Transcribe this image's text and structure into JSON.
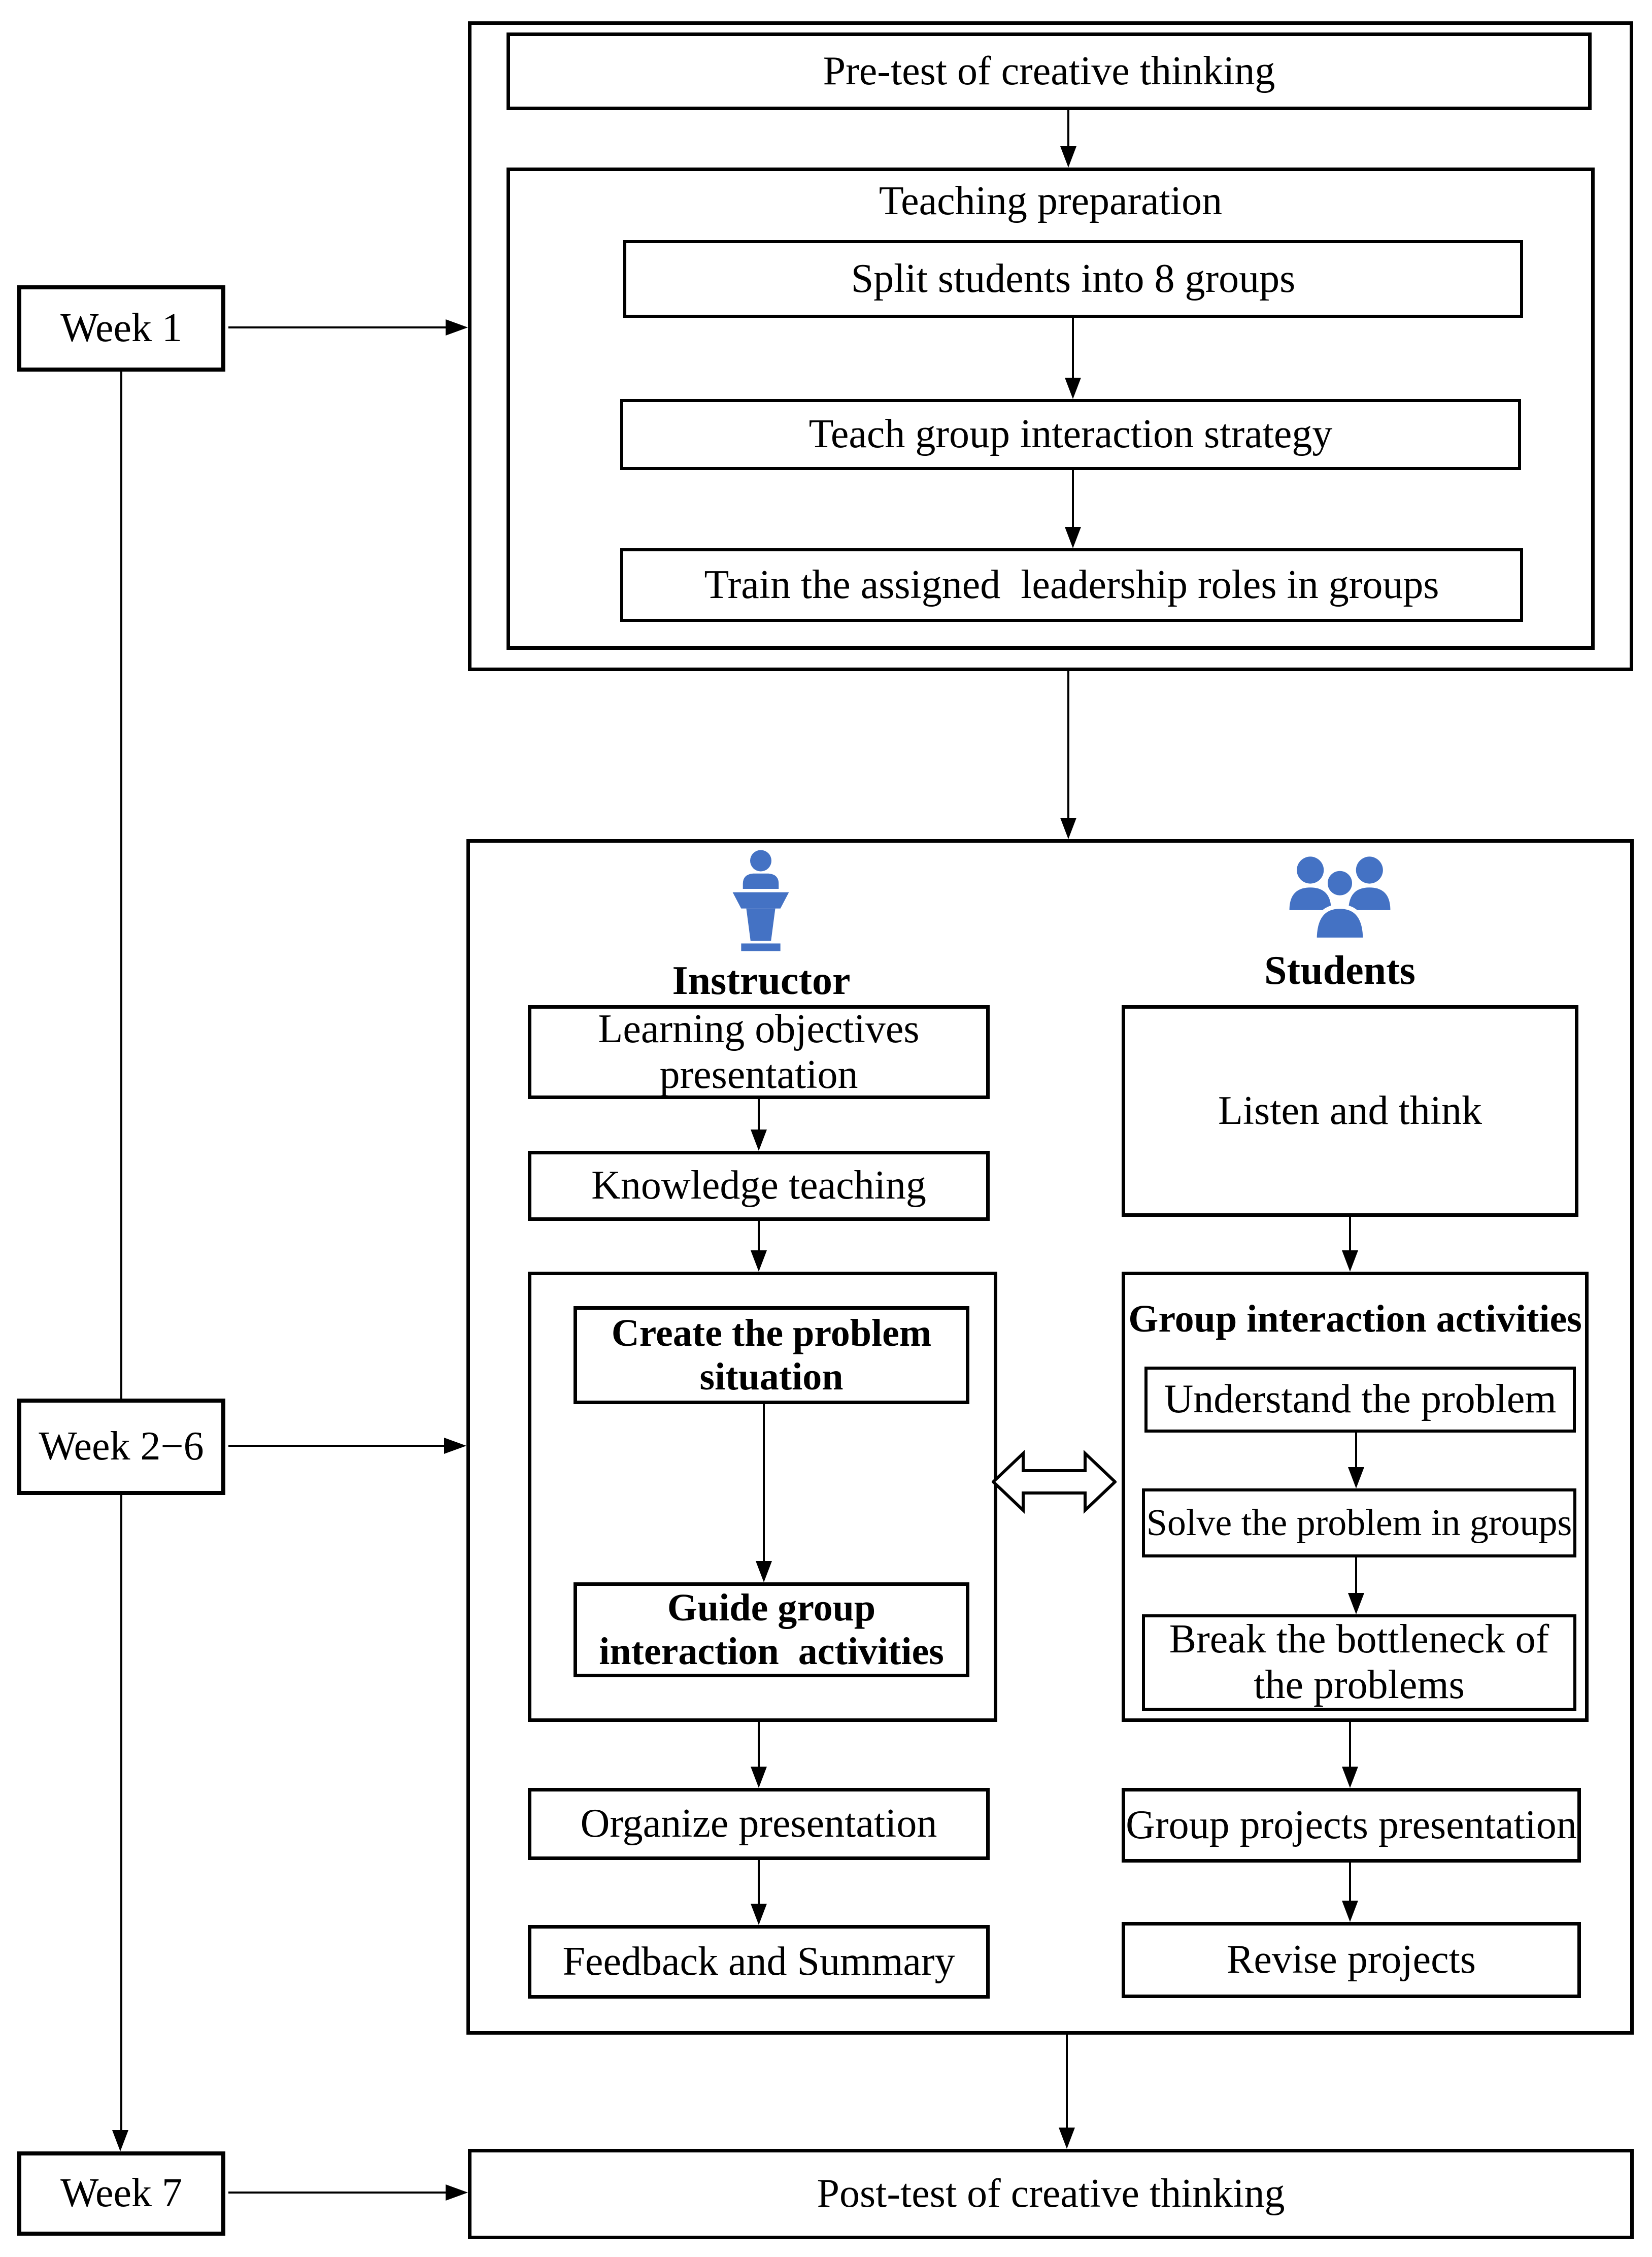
{
  "palette": {
    "icon_blue": "#4472C4",
    "line_black": "#000000",
    "background": "#ffffff"
  },
  "timeline": {
    "week1": {
      "label": "Week 1"
    },
    "week2_6": {
      "label": "Week 2−6"
    },
    "week7": {
      "label": "Week 7"
    }
  },
  "week1_phase": {
    "pretest": "Pre-test of creative thinking",
    "preparation_title": "Teaching preparation",
    "split_groups": "Split students into 8 groups",
    "teach_strategy": "Teach group interaction strategy",
    "train_roles": "Train the assigned  leadership roles in groups"
  },
  "week2_6_phase": {
    "instructor": {
      "role_label": "Instructor",
      "icon": "podium-speaker-icon",
      "learning_objectives": "Learning objectives\npresentation",
      "knowledge_teaching": "Knowledge teaching",
      "create_problem": "Create the problem\nsituation",
      "guide_group": "Guide group\ninteraction  activities",
      "organize_presentation": "Organize presentation",
      "feedback_summary": "Feedback and Summary"
    },
    "students": {
      "role_label": "Students",
      "icon": "people-group-icon",
      "listen_think": "Listen and think",
      "group_interaction_title": "Group interaction  activities",
      "understand_problem": "Understand the problem",
      "solve_problem": "Solve the problem in groups",
      "break_bottleneck": "Break the bottleneck of\nthe problems",
      "projects_presentation": "Group projects presentation",
      "revise_projects": "Revise projects"
    }
  },
  "week7_phase": {
    "posttest": "Post-test of creative thinking"
  }
}
